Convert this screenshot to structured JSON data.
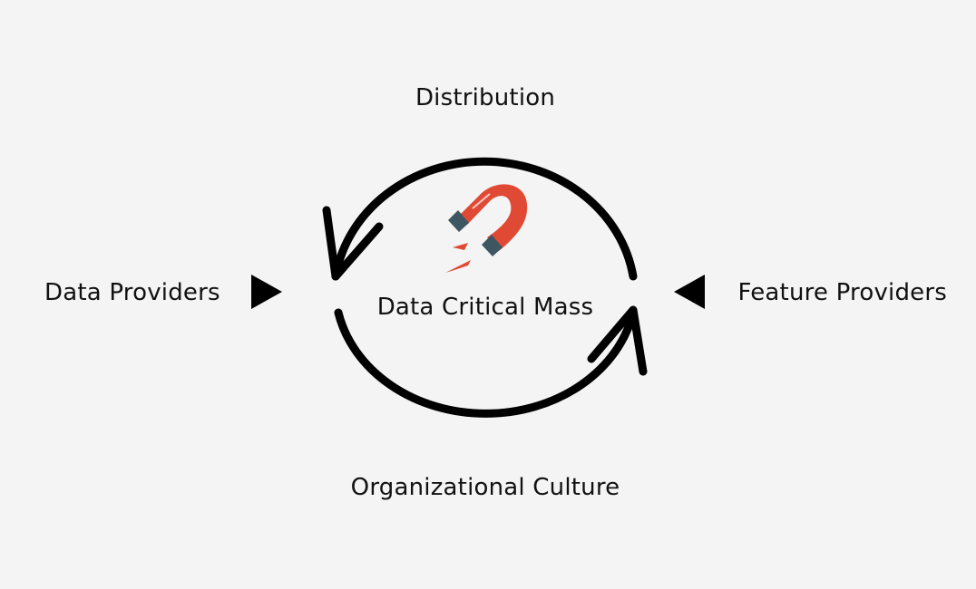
{
  "nodes": {
    "top": "Distribution",
    "bottom": "Organizational Culture",
    "left": "Data Providers",
    "right": "Feature Providers",
    "center": "Data Critical Mass"
  },
  "center_icon": "magnet-icon",
  "colors": {
    "background": "#f4f4f4",
    "stroke": "#000000",
    "magnet_red": "#e04a35",
    "magnet_tips": "#3e5661",
    "text": "#111111"
  }
}
